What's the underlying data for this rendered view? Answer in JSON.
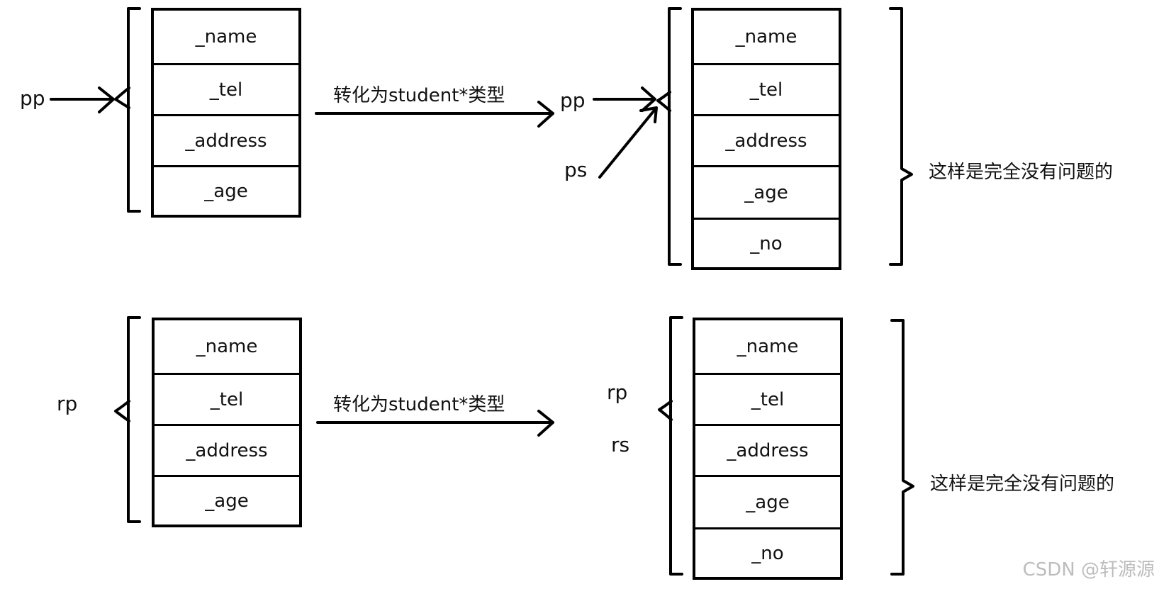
{
  "top": {
    "left_struct": {
      "pointer": "pp",
      "fields": [
        "_name",
        "_tel",
        "_address",
        "_age"
      ]
    },
    "conversion_label": "转化为student*类型",
    "right_struct": {
      "pointers": [
        "pp",
        "ps"
      ],
      "fields": [
        "_name",
        "_tel",
        "_address",
        "_age",
        "_no"
      ]
    },
    "note": "这样是完全没有问题的"
  },
  "bottom": {
    "left_struct": {
      "pointer": "rp",
      "fields": [
        "_name",
        "_tel",
        "_address",
        "_age"
      ]
    },
    "conversion_label": "转化为student*类型",
    "right_struct": {
      "pointers": [
        "rp",
        "rs"
      ],
      "fields": [
        "_name",
        "_tel",
        "_address",
        "_age",
        "_no"
      ]
    },
    "note": "这样是完全没有问题的"
  },
  "watermark": "CSDN @轩源源"
}
